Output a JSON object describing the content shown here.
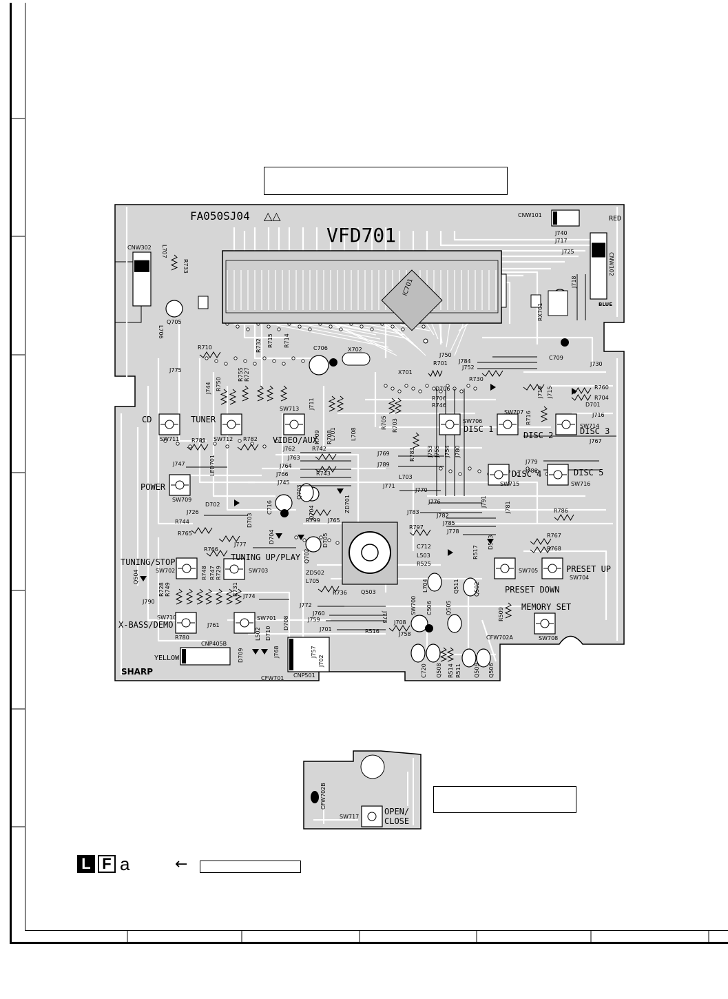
{
  "board": {
    "part_number": "FA050SJ04",
    "revision_marks": "△△",
    "display_ref": "VFD701",
    "ic_ref": "IC701",
    "brand_logo": "SHARP",
    "colors": {
      "board_fill": "#d6d6d6",
      "trace": "#ffffff",
      "ink": "#000000"
    }
  },
  "buttons": [
    {
      "ref": "SW711",
      "label": "CD"
    },
    {
      "ref": "SW712",
      "label": "TUNER"
    },
    {
      "ref": "SW713",
      "label": "VIDEO/AUX"
    },
    {
      "ref": "SW706",
      "label": "DISC 1"
    },
    {
      "ref": "SW707",
      "label": "DISC 2"
    },
    {
      "ref": "SW714",
      "label": "DISC 3"
    },
    {
      "ref": "SW715",
      "label": "DISC 4"
    },
    {
      "ref": "SW716",
      "label": "DISC 5"
    },
    {
      "ref": "SW709",
      "label": "POWER"
    },
    {
      "ref": "SW702",
      "label": "TUNING/STOP"
    },
    {
      "ref": "SW703",
      "label": "TUNING UP/PLAY"
    },
    {
      "ref": "SW705",
      "label": "PRESET DOWN"
    },
    {
      "ref": "SW704",
      "label": "PRESET UP"
    },
    {
      "ref": "SW708",
      "label": "MEMORY SET"
    },
    {
      "ref": "SW710",
      "label": "X-BASS/DEMO"
    },
    {
      "ref": "SW701",
      "label": ""
    },
    {
      "ref": "SW717",
      "label": "OPEN/ CLOSE"
    }
  ],
  "connectors": [
    {
      "ref": "CNW101",
      "note": "RED"
    },
    {
      "ref": "CNW102",
      "note": "BLUE"
    },
    {
      "ref": "CNW302",
      "note": ""
    },
    {
      "ref": "CNP405B",
      "note": "YELLOW"
    },
    {
      "ref": "CFW701",
      "note": ""
    },
    {
      "ref": "CNP501",
      "note": ""
    },
    {
      "ref": "CFW702A",
      "note": ""
    },
    {
      "ref": "CFW702B",
      "note": ""
    }
  ],
  "labels_resistors": [
    "R733",
    "R710",
    "R732",
    "R715",
    "R714",
    "R755",
    "R727",
    "R750",
    "R701",
    "R730",
    "R706",
    "R746",
    "R760",
    "R704",
    "R716",
    "R781",
    "R782",
    "R709",
    "R708",
    "R742",
    "R743",
    "R705",
    "R703",
    "R783",
    "R799",
    "R744",
    "R765",
    "R766",
    "R797",
    "R786",
    "R767",
    "R768",
    "R525",
    "R517",
    "R748",
    "R747",
    "R729",
    "R728",
    "R749",
    "R731",
    "R780",
    "R736",
    "R516",
    "R509",
    "R514",
    "R511"
  ],
  "labels_jumpers": [
    "J740",
    "J717",
    "J725",
    "J718",
    "J750",
    "J784",
    "J752",
    "J730",
    "J719",
    "J715",
    "J716",
    "J767",
    "J775",
    "J744",
    "J711",
    "J762",
    "J763",
    "J764",
    "J766",
    "J745",
    "J769",
    "J789",
    "J753",
    "J755",
    "J754",
    "J780",
    "J779",
    "J786",
    "J747",
    "J771",
    "J770",
    "J776",
    "J791",
    "J781",
    "J783",
    "J782",
    "J785",
    "J778",
    "J726",
    "J777",
    "J765",
    "J790",
    "J774",
    "J772",
    "J760",
    "J759",
    "J701",
    "J773",
    "J761",
    "J708",
    "J758",
    "J768",
    "J757",
    "J702"
  ],
  "labels_other": [
    "L707",
    "L706",
    "Q705",
    "C706",
    "X702",
    "X701",
    "D706",
    "D701",
    "C709",
    "RX701",
    "L701",
    "L708",
    "LED701",
    "L703",
    "D702",
    "D703",
    "C716",
    "Q703",
    "Q704",
    "ZD701",
    "D704",
    "Q702",
    "D705",
    "C712",
    "L503",
    "D503",
    "ZD502",
    "L705",
    "L704",
    "Q511",
    "Q502",
    "Q503",
    "SW700",
    "C506",
    "Q505",
    "Q504",
    "D708",
    "L502",
    "D710",
    "D709",
    "C720",
    "Q508",
    "Q509",
    "Q506",
    "Q507"
  ],
  "sub_board": {
    "ref": "SW717",
    "label": "OPEN/ CLOSE",
    "connector": "CFW702B"
  },
  "legend": {
    "mark_l": "L",
    "mark_f": "F",
    "mark_a": "a",
    "arrow": "←"
  }
}
